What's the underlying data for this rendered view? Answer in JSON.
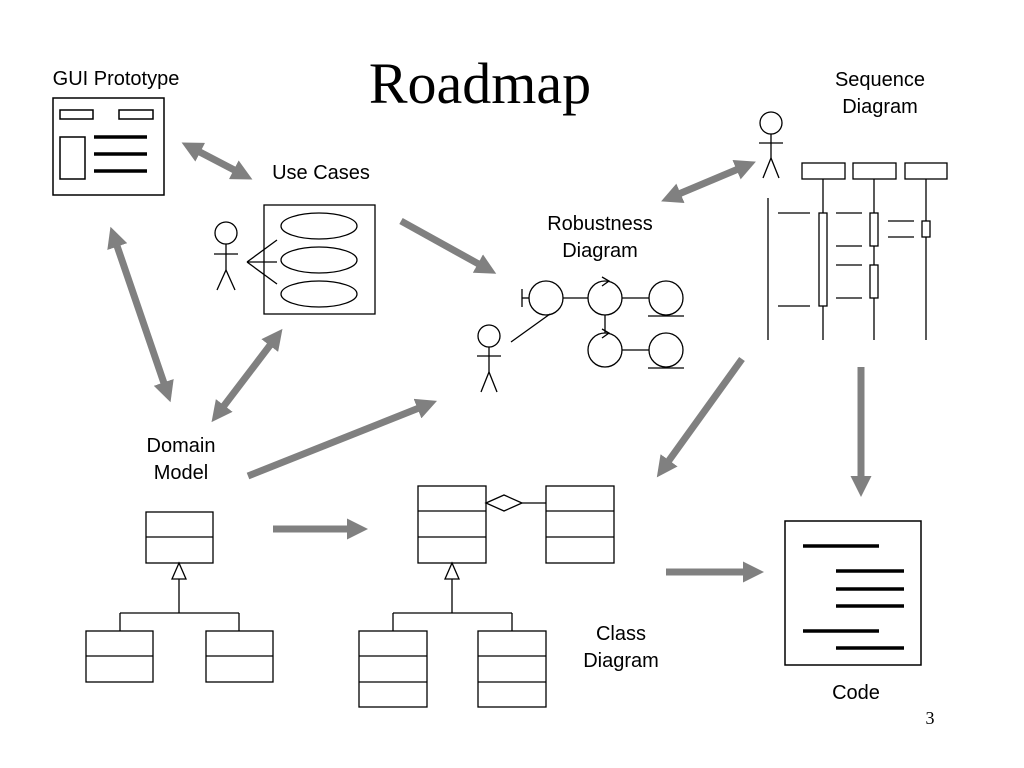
{
  "slide": {
    "title": "Roadmap",
    "page_number": "3"
  },
  "labels": {
    "gui_prototype": "GUI Prototype",
    "use_cases": "Use Cases",
    "robustness_line1": "Robustness",
    "robustness_line2": "Diagram",
    "sequence_line1": "Sequence",
    "sequence_line2": "Diagram",
    "domain_line1": "Domain",
    "domain_line2": "Model",
    "class_line1": "Class",
    "class_line2": "Diagram",
    "code": "Code"
  },
  "colors": {
    "arrow": "#808080",
    "stroke": "#000000",
    "background": "#ffffff"
  }
}
